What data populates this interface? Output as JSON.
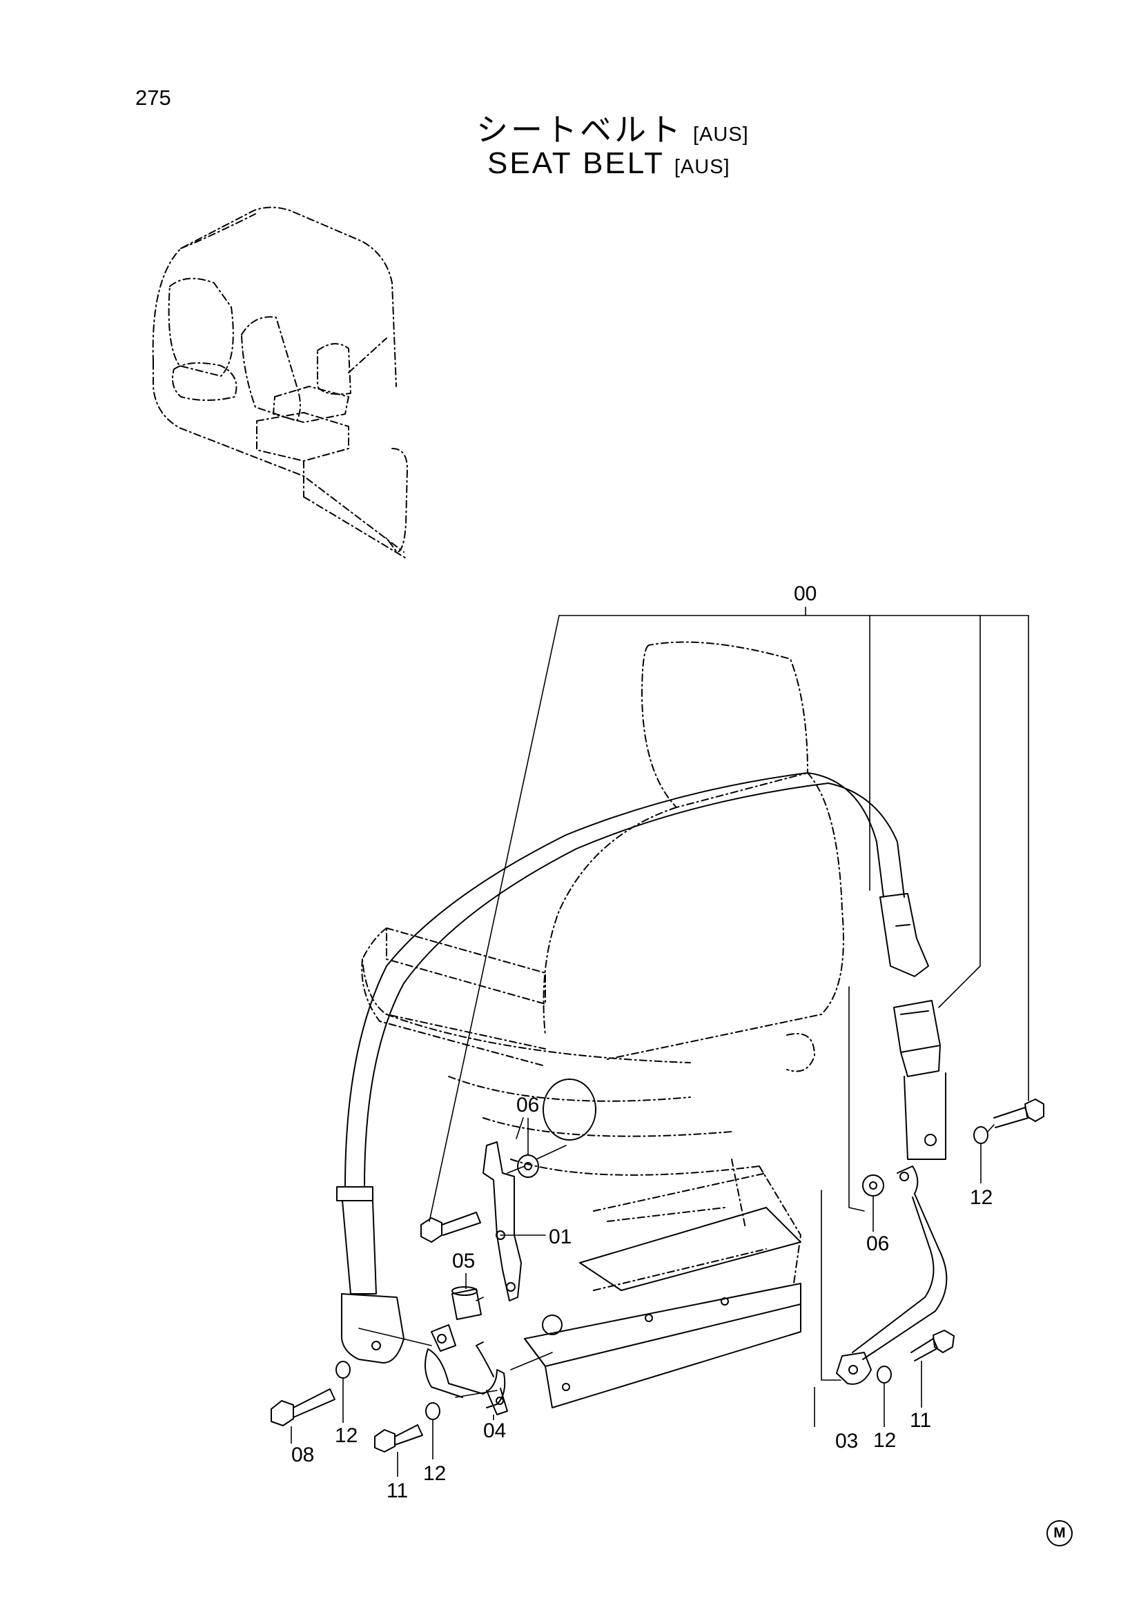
{
  "page": {
    "number": "275",
    "title_jp": "シートベルト",
    "title_en": "SEAT BELT",
    "tag": "[AUS]",
    "marker": "M"
  },
  "callouts": [
    "00",
    "01",
    "03",
    "04",
    "05",
    "06",
    "06",
    "08",
    "11",
    "11",
    "12",
    "12",
    "12",
    "12"
  ],
  "colors": {
    "line": "#000000",
    "background": "#ffffff"
  }
}
